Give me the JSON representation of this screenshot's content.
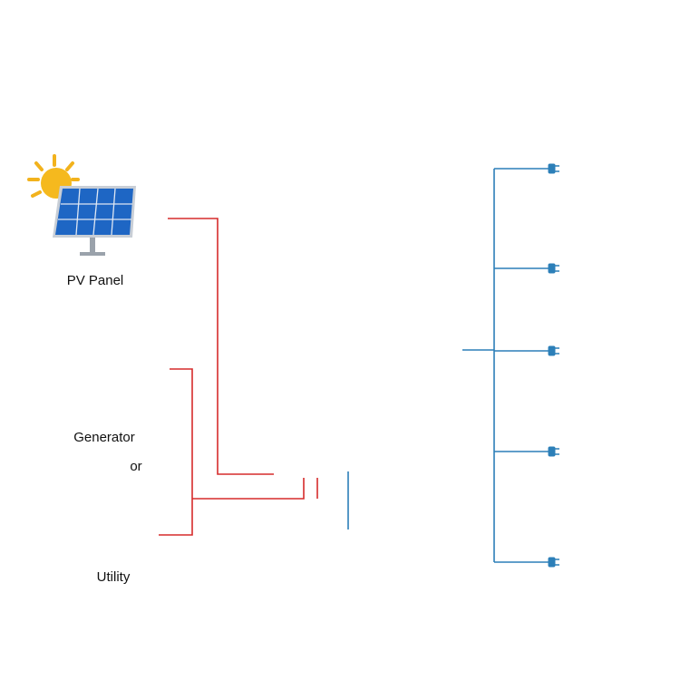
{
  "labels": {
    "pv": "PV Panel",
    "generator": "Generator",
    "or": "or",
    "utility": "Utility"
  },
  "colors": {
    "input_wire": "#d62b2b",
    "output_wire": "#2c7fb8",
    "inverter_top": "#eeeeee",
    "inverter_bottom": "#1c1c1c",
    "battery": "#1a1a1a"
  },
  "icons": {
    "sources": [
      "sun-icon",
      "solar-panel-icon",
      "generator-icon",
      "power-tower-icon"
    ],
    "loads": [
      "refrigerator-icon",
      "light-bulb-icon",
      "monitor-icon",
      "fan-icon",
      "tv-icon"
    ],
    "center": [
      "inverter-icon",
      "battery-icon"
    ]
  }
}
